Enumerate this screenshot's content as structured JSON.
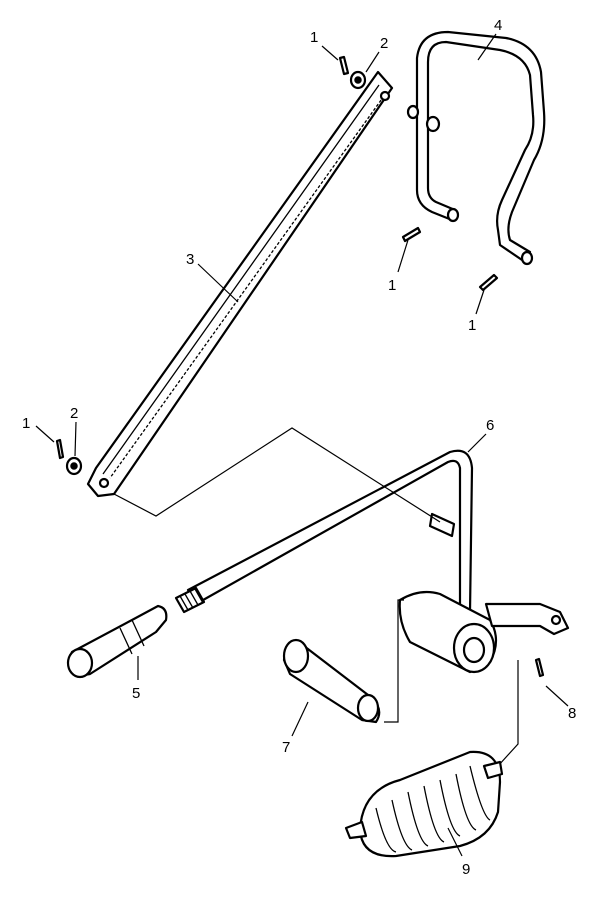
{
  "diagram": {
    "callouts": [
      {
        "id": "c1a",
        "text": "1"
      },
      {
        "id": "c2a",
        "text": "2"
      },
      {
        "id": "c4",
        "text": "4"
      },
      {
        "id": "c3",
        "text": "3"
      },
      {
        "id": "c1b",
        "text": "1"
      },
      {
        "id": "c1c",
        "text": "1"
      },
      {
        "id": "c1d",
        "text": "1"
      },
      {
        "id": "c2b",
        "text": "2"
      },
      {
        "id": "c6",
        "text": "6"
      },
      {
        "id": "c5",
        "text": "5"
      },
      {
        "id": "c7",
        "text": "7"
      },
      {
        "id": "c8",
        "text": "8"
      },
      {
        "id": "c9",
        "text": "9"
      }
    ]
  }
}
